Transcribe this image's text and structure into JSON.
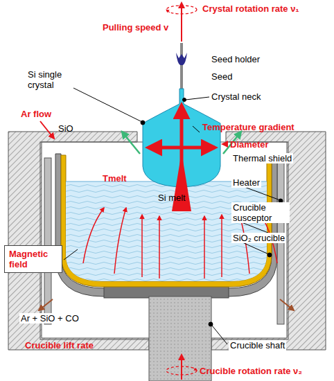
{
  "diagram": {
    "nodes": [
      {
        "text": [
          "Magnetic field"
        ]
      }
    ],
    "labels": [
      "Crystal rotation rate ν₁",
      "Pulling speed v",
      "Seed holder",
      "Seed",
      "Si single crystal",
      "Crystal neck",
      "Temperature gradient",
      "Ar flow",
      "SiO",
      "Diameter",
      "Thermal shield",
      "Heater",
      "Tmelt",
      "Si melt",
      "Crucible susceptor",
      "SiO₂ crucible",
      "Ar + SiO + CO",
      "Crucible lift rate",
      "Crucible shaft",
      "Crucible rotation rate ν₂"
    ]
  }
}
